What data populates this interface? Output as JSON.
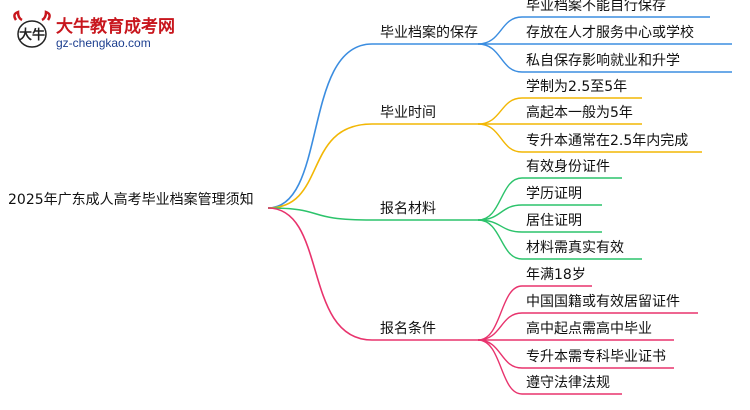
{
  "logo": {
    "title": "大牛教育成考网",
    "url": "gz-chengkao.com",
    "mark_text": "大牛"
  },
  "mindmap": {
    "root": "2025年广东成人高考毕业档案管理须知",
    "branches": [
      {
        "label": "毕业档案的保存",
        "color": "#3b8de0",
        "children": [
          "毕业档案不能自行保存",
          "存放在人才服务中心或学校",
          "私自保存影响就业和升学"
        ]
      },
      {
        "label": "毕业时间",
        "color": "#f2b705",
        "children": [
          "学制为2.5至5年",
          "高起本一般为5年",
          "专升本通常在2.5年内完成"
        ]
      },
      {
        "label": "报名材料",
        "color": "#2cc36b",
        "children": [
          "有效身份证件",
          "学历证明",
          "居住证明",
          "材料需真实有效"
        ]
      },
      {
        "label": "报名条件",
        "color": "#e8336d",
        "children": [
          "年满18岁",
          "中国国籍或有效居留证件",
          "高中起点需高中毕业",
          "专升本需专科毕业证书",
          "遵守法律法规"
        ]
      }
    ]
  }
}
